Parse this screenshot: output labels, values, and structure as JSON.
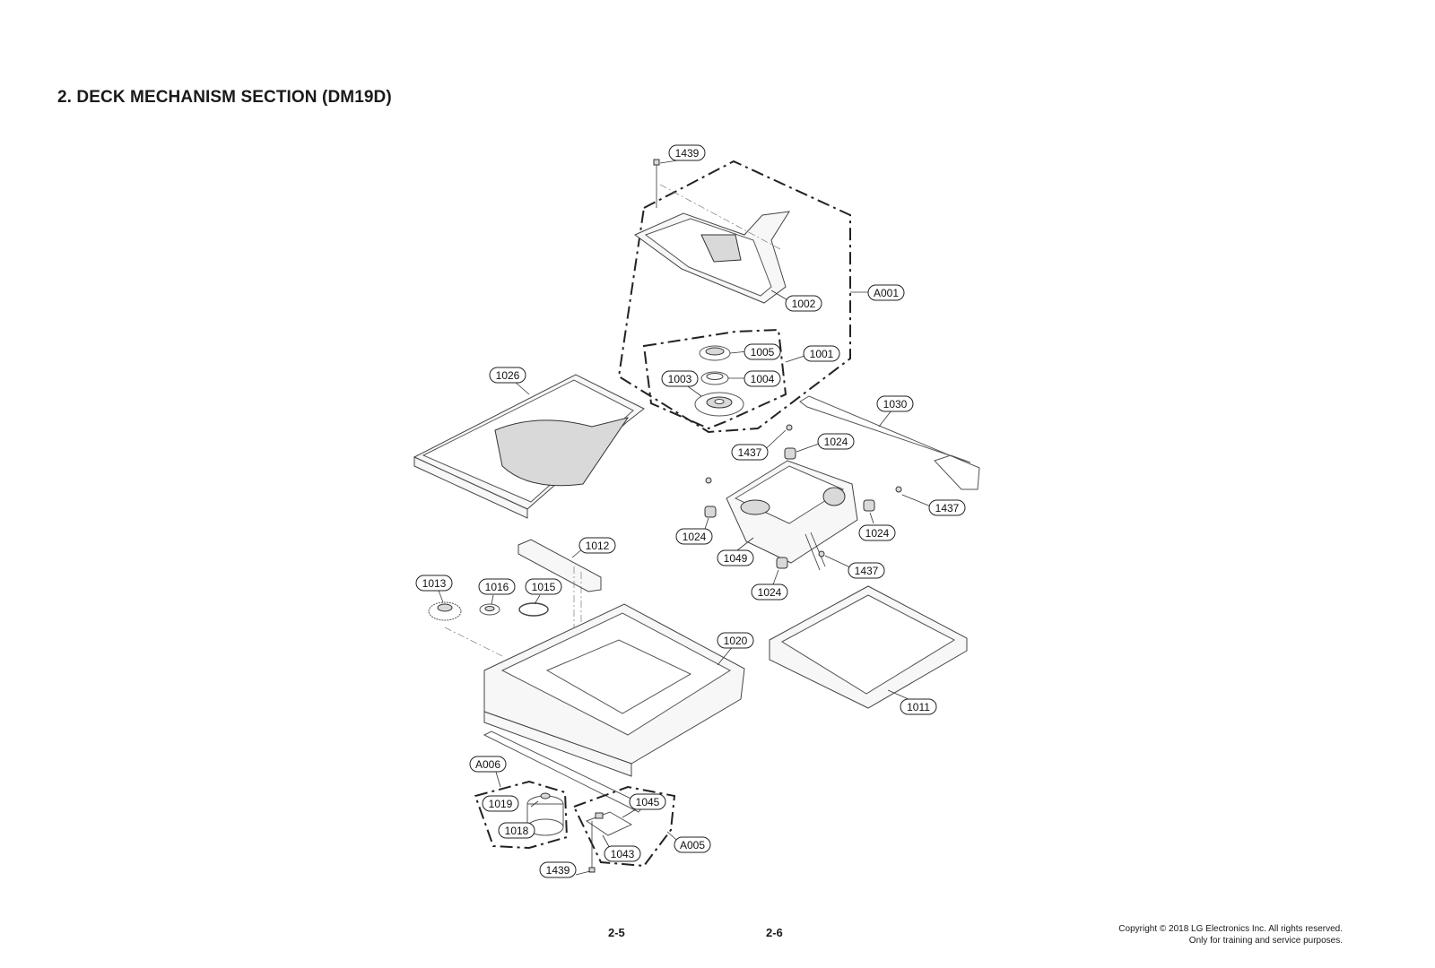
{
  "page": {
    "title": "2. DECK MECHANISM SECTION (DM19D)",
    "page_left": "2-5",
    "page_right": "2-6",
    "copyright_line1": "Copyright © 2018 LG Electronics Inc. All rights reserved.",
    "copyright_line2": "Only for training and service purposes."
  },
  "labels": {
    "l1439_top": "1439",
    "l1002": "1002",
    "lA001": "A001",
    "l1005": "1005",
    "l1001": "1001",
    "l1003": "1003",
    "l1004": "1004",
    "l1026": "1026",
    "l1030": "1030",
    "l1437_a": "1437",
    "l1024_a": "1024",
    "l1437_b": "1437",
    "l1024_b": "1024",
    "l1024_c": "1024",
    "l1049": "1049",
    "l1437_c": "1437",
    "l1024_d": "1024",
    "l1012": "1012",
    "l1013": "1013",
    "l1016": "1016",
    "l1015": "1015",
    "l1020": "1020",
    "l1011": "1011",
    "lA006": "A006",
    "l1019": "1019",
    "l1045": "1045",
    "l1018": "1018",
    "l1043": "1043",
    "lA005": "A005",
    "l1439_bottom": "1439"
  }
}
